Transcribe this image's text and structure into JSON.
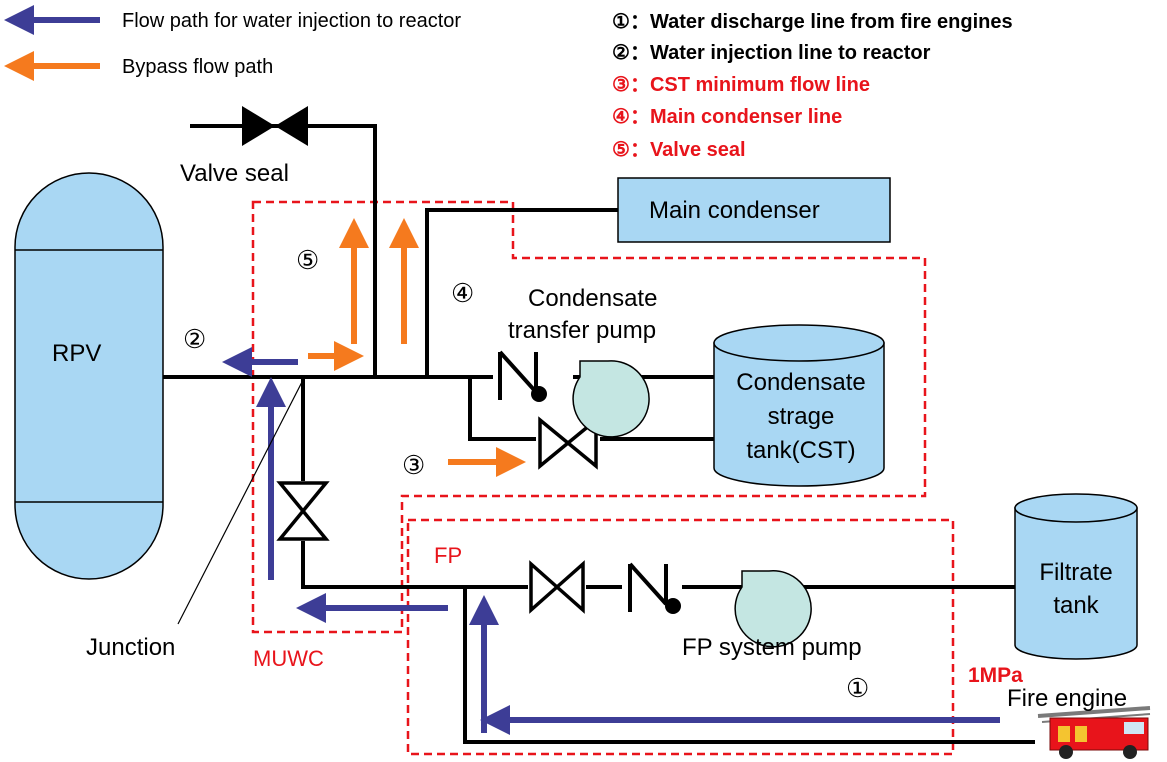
{
  "legend": {
    "injection_path": "Flow path for water injection to reactor",
    "bypass_path": "Bypass flow path"
  },
  "key": [
    {
      "marker": "①",
      "text": "Water discharge line from fire engines"
    },
    {
      "marker": "②",
      "text": "Water injection line to reactor"
    },
    {
      "marker": "③",
      "text": "CST minimum flow line"
    },
    {
      "marker": "④",
      "text": "Main condenser line"
    },
    {
      "marker": "⑤",
      "text": "Valve seal"
    }
  ],
  "labels": {
    "valve_seal": "Valve seal",
    "main_condenser": "Main condenser",
    "rpv": "RPV",
    "cond_pump_1": "Condensate",
    "cond_pump_2": "transfer pump",
    "cst_1": "Condensate",
    "cst_2": "strage",
    "cst_3": "tank(CST)",
    "filtrate_1": "Filtrate",
    "filtrate_2": "tank",
    "fp": "FP",
    "muwc": "MUWC",
    "junction": "Junction",
    "fp_pump": "FP system pump",
    "pressure": "1MPa",
    "fire_engine": "Fire engine"
  },
  "markers": {
    "m1": "①",
    "m2": "②",
    "m3": "③",
    "m4": "④",
    "m5": "⑤"
  },
  "colors": {
    "injection_arrow": "#3d3d96",
    "bypass_arrow": "#f57a1e",
    "component_fill": "#a9d7f3",
    "pump_fill": "#c4e6e2",
    "highlight_red": "#e8141b"
  }
}
